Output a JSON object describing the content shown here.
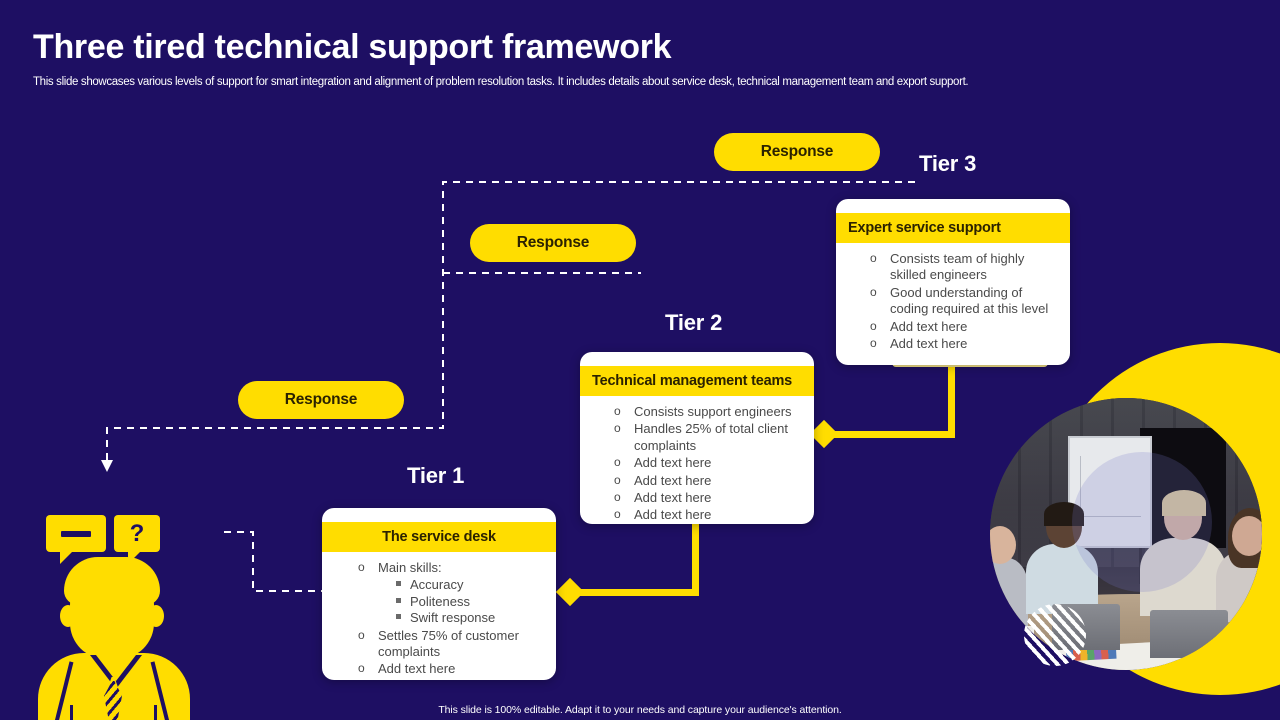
{
  "header": {
    "title": "Three tired technical support framework",
    "subtitle": "This slide showcases various levels of support for smart integration and alignment of problem resolution tasks. It includes details about service desk, technical management team and export support."
  },
  "footer": {
    "note": "This slide is 100% editable.  Adapt it to your needs and capture your audience's attention."
  },
  "colors": {
    "background": "#1e0f63",
    "accent_yellow": "#ffdd00",
    "card_white": "#ffffff",
    "text_white": "#ffffff",
    "body_text": "#4a4a4a"
  },
  "person": {
    "bubble_dash": "—",
    "bubble_question": "?"
  },
  "responses": [
    {
      "label": "Response"
    },
    {
      "label": "Response"
    },
    {
      "label": "Response"
    }
  ],
  "tiers": [
    {
      "tier_label": "Tier 1",
      "card_title": "The service desk",
      "items": [
        {
          "text": "Main skills:",
          "sub": [
            "Accuracy",
            "Politeness",
            "Swift response"
          ]
        },
        {
          "text": "Settles 75% of customer complaints",
          "sub": []
        },
        {
          "text": "Add text here",
          "sub": []
        }
      ]
    },
    {
      "tier_label": "Tier 2",
      "card_title": "Technical management teams",
      "items": [
        {
          "text": "Consists support engineers",
          "sub": []
        },
        {
          "text": "Handles 25% of total client complaints",
          "sub": []
        },
        {
          "text": "Add text here",
          "sub": []
        },
        {
          "text": "Add text here",
          "sub": []
        },
        {
          "text": "Add text here",
          "sub": []
        },
        {
          "text": "Add text here",
          "sub": []
        }
      ]
    },
    {
      "tier_label": "Tier 3",
      "card_title": "Expert service support",
      "items": [
        {
          "text": "Consists team of highly skilled engineers",
          "sub": []
        },
        {
          "text": "Good understanding of coding required at this level",
          "sub": []
        },
        {
          "text": "Add text here",
          "sub": []
        },
        {
          "text": "Add text here",
          "sub": []
        }
      ]
    }
  ],
  "markers": {
    "bullet_level1": "o",
    "bullet_level2": "▪"
  }
}
